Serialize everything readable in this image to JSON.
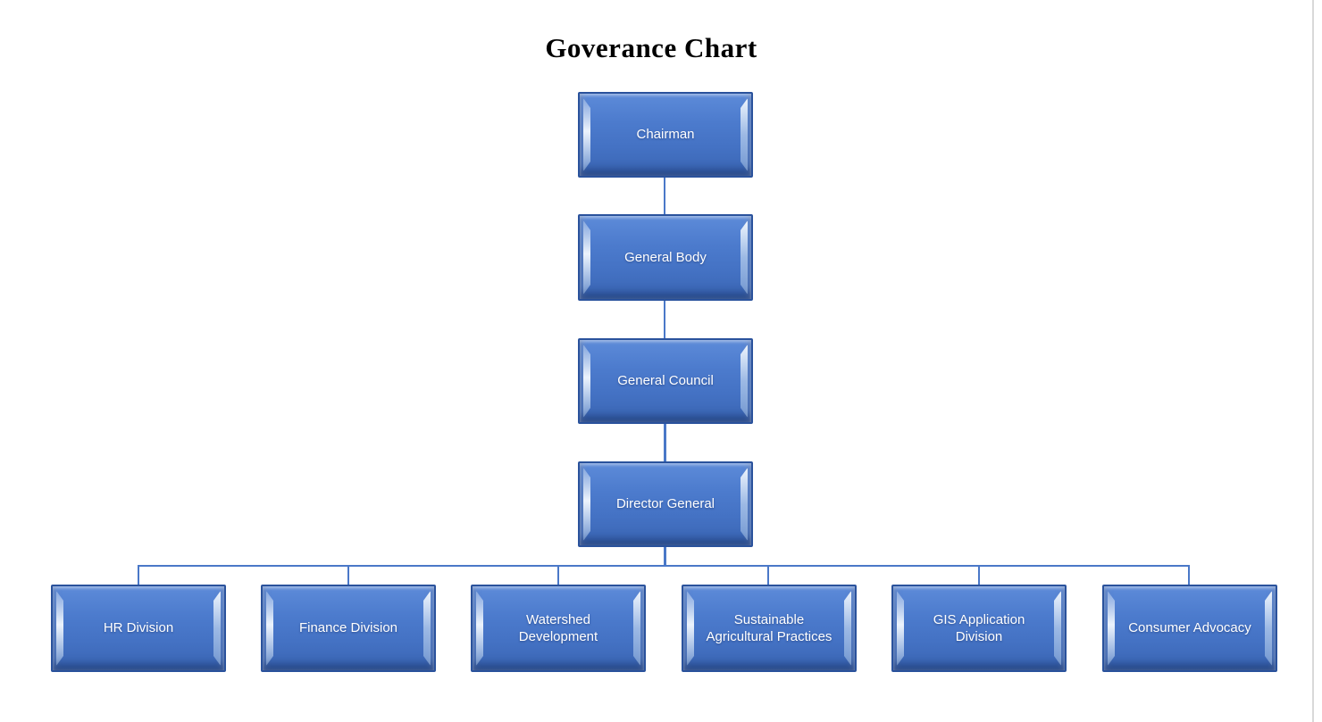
{
  "title": "Goverance Chart",
  "org_chart": {
    "chain": [
      {
        "label": "Chairman"
      },
      {
        "label": "General Body"
      },
      {
        "label": "General Council"
      },
      {
        "label": "Director General"
      }
    ],
    "divisions": [
      {
        "label": "HR Division"
      },
      {
        "label": "Finance Division"
      },
      {
        "label": "Watershed Development"
      },
      {
        "label": "Sustainable Agricultural Practices"
      },
      {
        "label": "GIS Application Division"
      },
      {
        "label": "Consumer Advocacy"
      }
    ]
  },
  "colors": {
    "node_fill": "#4472c4",
    "node_fill_light": "#5d8bd9",
    "node_fill_dark": "#3a65b3",
    "node_border": "#2a529c",
    "node_bevel_highlight": "#e9f3fd",
    "connector": "#4a78c8",
    "label_text": "#ffffff",
    "title_text": "#000000",
    "page_edge": "#d9d9d9"
  }
}
